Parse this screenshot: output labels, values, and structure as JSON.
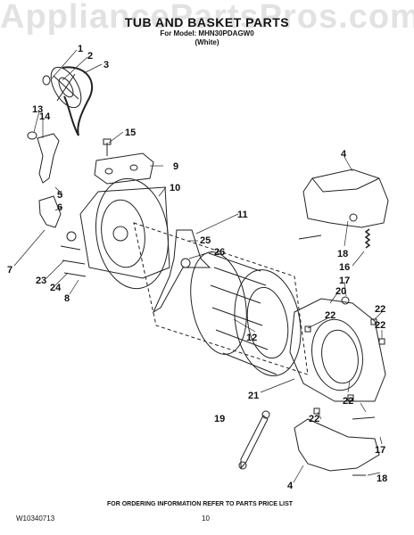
{
  "watermark": "AppliancePartsPros.com",
  "header": {
    "title": "TUB AND BASKET PARTS",
    "model_line": "For Model: MHN30PDAGW0",
    "color_line": "(White)"
  },
  "callouts": [
    "1",
    "2",
    "3",
    "13",
    "14",
    "15",
    "9",
    "5",
    "10",
    "6",
    "11",
    "4",
    "25",
    "26",
    "7",
    "23",
    "24",
    "8",
    "18",
    "16",
    "17",
    "20",
    "22",
    "22",
    "12",
    "22",
    "21",
    "22",
    "22",
    "19",
    "17",
    "4",
    "18"
  ],
  "footer": {
    "order_info": "FOR ORDERING INFORMATION REFER TO PARTS PRICE LIST",
    "doc_number": "W10340713",
    "page_number": "10"
  }
}
